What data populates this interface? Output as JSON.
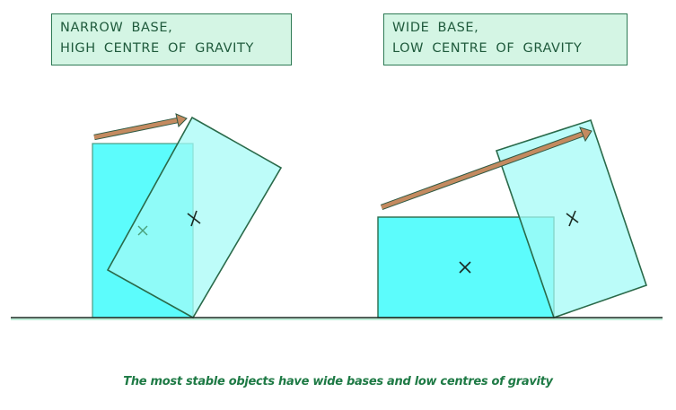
{
  "labels": {
    "left": {
      "line1": "NARROW BASE,",
      "line2": "HIGH CENTRE OF GRAVITY"
    },
    "right": {
      "line1": "WIDE BASE,",
      "line2": "LOW CENTRE OF GRAVITY"
    }
  },
  "caption": "The most stable objects have wide bases and low centres of gravity",
  "colors": {
    "label_fill": "#d4f5e4",
    "label_border": "#2e7a55",
    "label_text": "#1f5a3c",
    "block_fill": "#5cfcfc",
    "tilted_block_fill": "#a4fbf7",
    "outline": "#2a6a4a",
    "arrow": "#c48a60",
    "caption_text": "#1e7a45",
    "ground": "#1a2a22"
  },
  "icons": {
    "centre_of_gravity": "cross-mark-icon",
    "push_force": "arrow-right-icon"
  }
}
